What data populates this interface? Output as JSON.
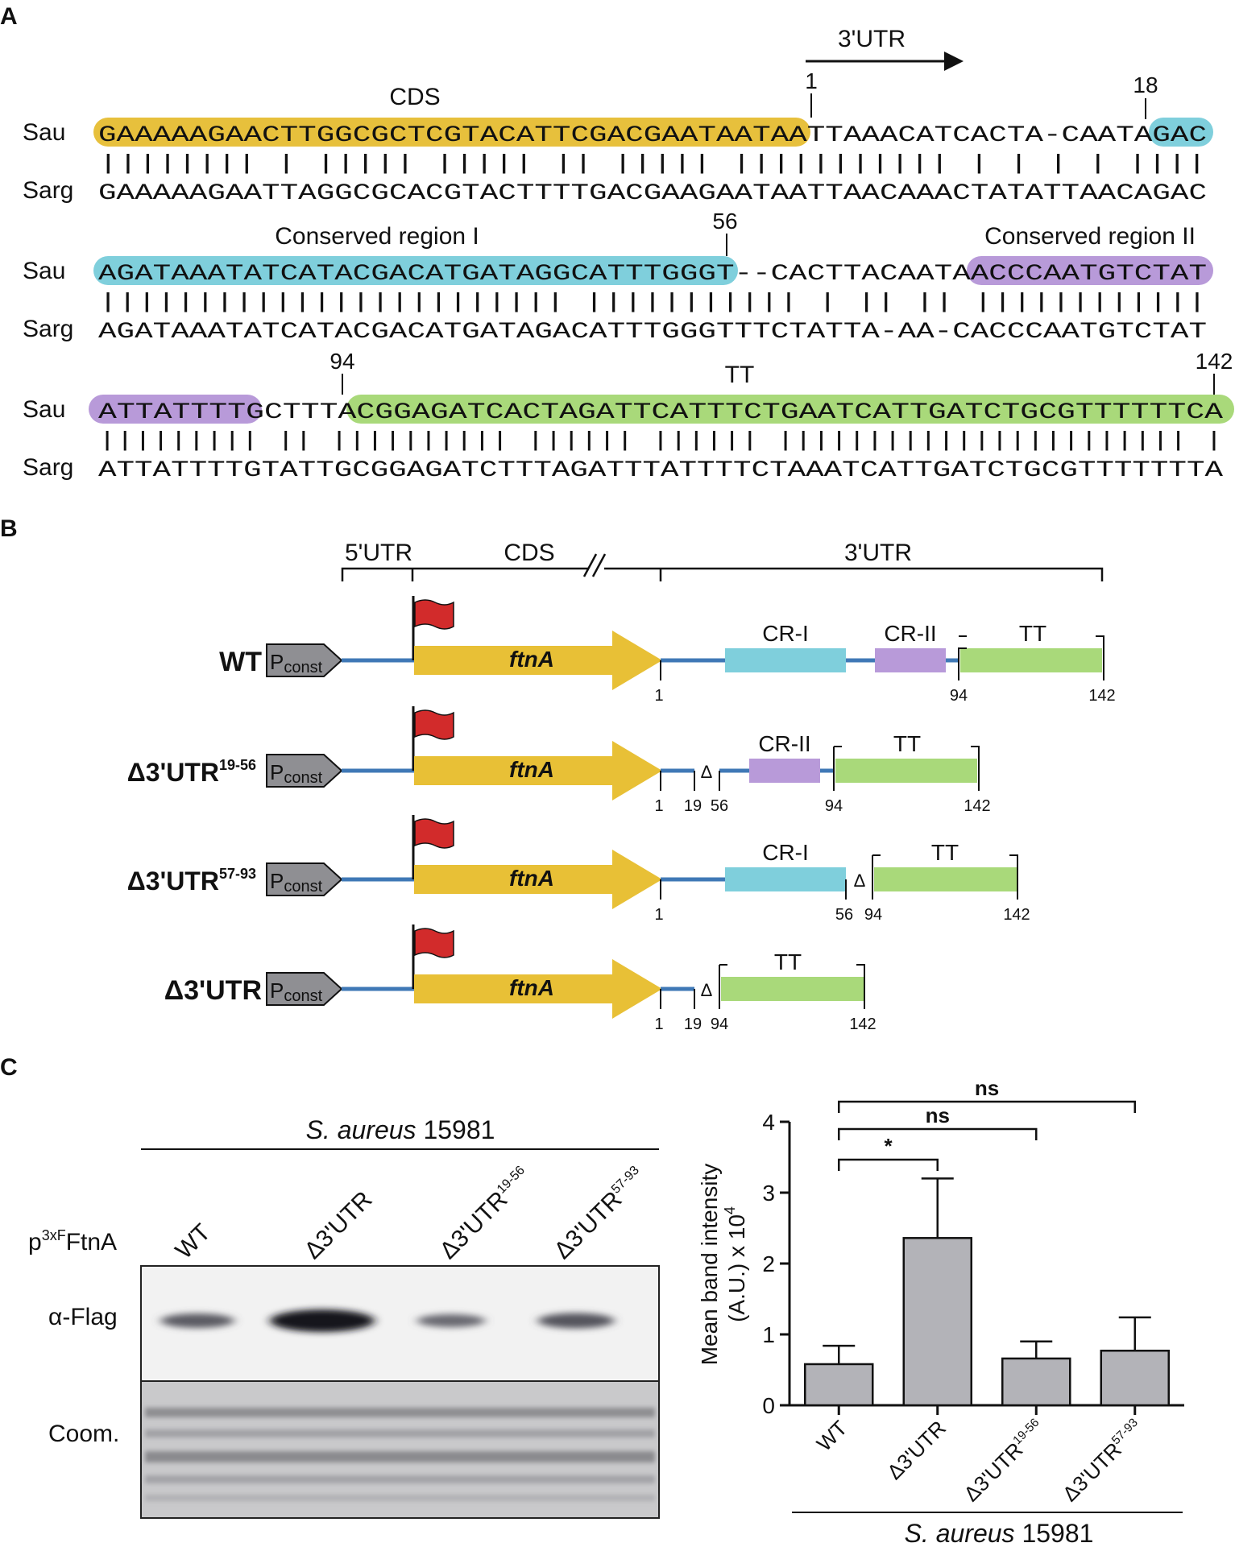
{
  "panels": {
    "A": {
      "label": "A",
      "utr_arrow_label": "3'UTR",
      "cds_label": "CDS",
      "cr1_label": "Conserved region I",
      "cr2_label": "Conserved region II",
      "tt_label": "TT",
      "species": {
        "sau": "Sau",
        "sarg": "Sarg"
      },
      "numbers": {
        "n1": "1",
        "n18": "18",
        "n56": "56",
        "n94": "94",
        "n142": "142"
      },
      "block1": {
        "sau": "GAAAAAGAACTTGGCGCTCGTACATTCGACGAATAATAATTAAACATCACTA-CAATAGAC",
        "bars": "||||||||  |  ||||| ||||| ||  |||||  |||||||||||  |   |  |   |  ||||",
        "sarg": "GAAAAAGAATTAGGCGCACGTACTTTTGACGAAGAATAATTAACAAACTATATTAACAGAC"
      },
      "block2": {
        "sau": "AGATAAATATCATACGACATGATAGGCATTTGGGT--CACTTACAATAACCCAATGTCTAT",
        "bars": "|||||||||||||||||||||||| ||||||||||| |    || ||  ||||||||||||",
        "sarg": "AGATAAATATCATACGACATGATAGACATTTGGGTTTCTATTA-AA-CACCCAATGTCTAT"
      },
      "block3": {
        "sau": "ATTATTTTGCTTTACGGAGATCACTAGATTCATTTCTGAATCATTGATCTGCGTTTTTTCA",
        "bars": "|||||||||   ||  |||||||||| |||||| |||||| ||||||||||||||||||||||| |",
        "sarg": "ATTATTTTGTATTGCGGAGATCTTTAGATTTATTTTCTAAATCATTGATCTGCGTTTTTTTA"
      }
    },
    "B": {
      "label": "B",
      "header": {
        "utr5": "5'UTR",
        "cds": "CDS",
        "utr3": "3'UTR"
      },
      "promoter": "P",
      "promoter_sub": "const",
      "gene": "ftnA",
      "constructs": [
        {
          "name": "WT",
          "sup": ""
        },
        {
          "name": "Δ3'UTR",
          "sup": "19-56"
        },
        {
          "name": "Δ3'UTR",
          "sup": "57-93"
        },
        {
          "name": "Δ3'UTR",
          "sup": ""
        }
      ],
      "elements": {
        "cr1": "CR-I",
        "cr2": "CR-II",
        "tt": "TT",
        "delta": "Δ"
      },
      "positions": {
        "p1": "1",
        "p19": "19",
        "p56": "56",
        "p94": "94",
        "p142": "142"
      }
    },
    "C": {
      "label": "C",
      "blot": {
        "strain_italic": "S. aureus",
        "strain_num": "15981",
        "plasmid_prefix": "p",
        "plasmid_sup": "3xF",
        "plasmid_name": "FtnA",
        "lanes": [
          {
            "name": "WT",
            "sup": ""
          },
          {
            "name": "Δ3'UTR",
            "sup": ""
          },
          {
            "name": "Δ3'UTR",
            "sup": "19-56"
          },
          {
            "name": "Δ3'UTR",
            "sup": "57-93"
          }
        ],
        "flag_label": "α-Flag",
        "coom_label": "Coom.",
        "band_intensity": [
          0.45,
          1.0,
          0.35,
          0.5
        ]
      }
    }
  },
  "chart_data": {
    "type": "bar",
    "categories": [
      "WT",
      "Δ3'UTR",
      "Δ3'UTR19-56",
      "Δ3'UTR57-93"
    ],
    "category_labels": [
      {
        "name": "WT",
        "sup": ""
      },
      {
        "name": "Δ3'UTR",
        "sup": ""
      },
      {
        "name": "Δ3'UTR",
        "sup": "19-56"
      },
      {
        "name": "Δ3'UTR",
        "sup": "57-93"
      }
    ],
    "values": [
      0.58,
      2.36,
      0.66,
      0.77
    ],
    "errors": [
      0.26,
      0.84,
      0.24,
      0.47
    ],
    "ylabel_line1": "Mean band intensity",
    "ylabel_line2": "(A.U.) x 10",
    "ylabel_sup": "4",
    "ylim": [
      0,
      4
    ],
    "yticks": [
      "0",
      "1",
      "2",
      "3",
      "4"
    ],
    "xlabel_italic": "S. aureus",
    "xlabel_num": "15981",
    "bar_color": "#b3b3b8",
    "significance": [
      {
        "from": 0,
        "to": 1,
        "label": "*"
      },
      {
        "from": 0,
        "to": 2,
        "label": "ns"
      },
      {
        "from": 0,
        "to": 3,
        "label": "ns"
      }
    ]
  },
  "colors": {
    "cds_gold": "#e7c03c",
    "cr1_blue": "#7fcfdc",
    "cr2_purple": "#b89ad9",
    "tt_green": "#a9d97a",
    "gene_arrow": "#e8c036",
    "line_blue": "#3f78b6",
    "flag_red": "#d22b2b",
    "promoter_grey": "#8f8f93"
  }
}
